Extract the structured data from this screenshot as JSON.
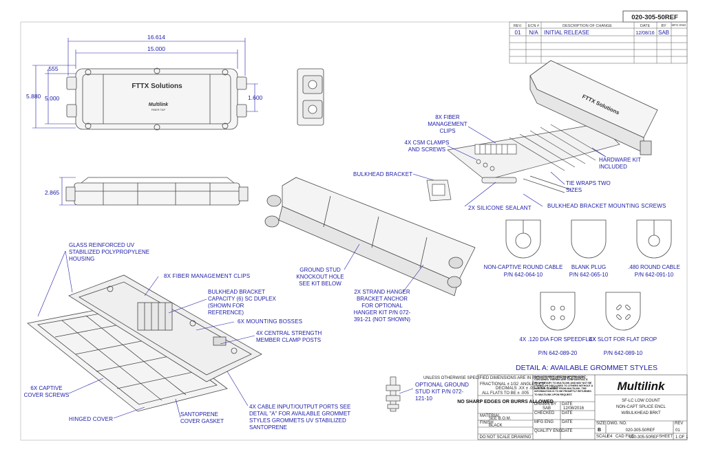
{
  "drawing_number": "020-305-50REF",
  "revision_table": {
    "headers": [
      "REV.",
      "ECN #",
      "DESCRIPTION OF CHANGE",
      "DATE",
      "BY",
      "MFG ENG"
    ],
    "rows": [
      {
        "rev": "01",
        "ecn": "N/A",
        "description": "INITIAL RELEASE",
        "date": "12/08/16",
        "by": "SAB",
        "mfg": ""
      }
    ]
  },
  "dimensions": {
    "overall_length": "16.614",
    "body_length": "15.000",
    "overall_width": "5.880",
    "body_width": "5.000",
    "flange": ".555",
    "port_spacing": "1.600",
    "height": "2.865"
  },
  "product_labels": {
    "brand_text": "FTTX Solutions",
    "logo_text": "Multilink",
    "logo_sub": "FIBER TAP"
  },
  "callouts": {
    "fiber_clips_kit": "8X FIBER MANAGEMENT CLIPS",
    "csm_clamps": "4X CSM CLAMPS AND SCREWS",
    "bulkhead_bracket": "BULKHEAD BRACKET",
    "hardware_kit": "HARDWARE KIT INCLUDED",
    "tie_wraps": "TIE WRAPS TWO SIZES",
    "silicone": "2X SILICONE SEALANT",
    "bracket_screws": "BULKHEAD BRACKET MOUNTING SCREWS",
    "housing": "GLASS REINFORCED UV STABILIZED POLYPROPYLENE HOUSING",
    "fiber_clips": "8X FIBER MANAGEMENT CLIPS",
    "bulkhead_capacity": "BULKHEAD BRACKET CAPACITY (6) SC DUPLEX (SHOWN FOR REFERENCE)",
    "mounting_bosses": "6X MOUNTING BOSSES",
    "csm_posts": "4X CENTRAL STRENGTH MEMBER CLAMP POSTS",
    "ground_stud_hole": "GROUND STUD KNOCKOUT HOLE SEE KIT BELOW",
    "strand_hanger": "2X STRAND HANGER BRACKET ANCHOR FOR OPTIONAL HANGER KIT P/N 072-391-21 (NOT SHOWN)",
    "captive_screws": "6X CAPTIVE COVER SCREWS",
    "hinged_cover": "HINGED COVER",
    "gasket": "SANTOPRENE COVER GASKET",
    "ports": "4X CABLE INPUT/OUTPUT PORTS SEE DETAIL \"A\" FOR AVAILABLE GROMMET STYLES GROMMETS UV STABILIZED SANTOPRENE",
    "ground_kit": "OPTIONAL GROUND STUD KIT P/N 072-121-10"
  },
  "detail_a": {
    "title": "DETAIL A: AVAILABLE GROMMET STYLES",
    "grommets": [
      {
        "name": "NON-CAPTIVE ROUND CABLE",
        "pn": "P/N 642-064-10"
      },
      {
        "name": "BLANK PLUG",
        "pn": "P/N 642-065-10"
      },
      {
        "name": ".480 ROUND CABLE",
        "pn": "P/N 642-091-10"
      },
      {
        "name": "4X .120 DIA FOR SPEEDFLEX",
        "pn": "P/N 642-089-20"
      },
      {
        "name": "4X SLOT FOR FLAT DROP",
        "pn": "P/N 642-089-10"
      }
    ]
  },
  "title_block": {
    "tolerances": "UNLESS OTHERWISE SPECIFIED DIMENSIONS ARE IN INCHES TOLERANCES ARE:",
    "tol_fraction": "FRACTIONAL ± 1/32",
    "tol_decimal": "DECIMALS .XX ± .03 .XXX ± .010",
    "tol_angle": "ANGLES ± 1°",
    "flats": "ALL FLATS TO BE ± .005",
    "edges": "NO SHARP EDGES OR BURRS ALLOWED",
    "material_label": "MATERIAL",
    "material": "SEE B.O.M.",
    "finish_label": "FINISH",
    "finish": "BLACK",
    "do_not_scale": "DO NOT SCALE DRAWING",
    "confidential": "THIS DOCUMENT AND THE INFORMATION CONTAINED THEREIN ARE CONFIDENTIAL & PROPRIETARY TO MULTILINK AND MAY NOT BE COPIED OR DISCLOSED TO OTHERS WITHOUT A WRITTEN CONSENT FROM MULTILINK. THE INFORMATION IS TO BE PROMPTLY RETURNED TO MULTILINK UPON REQUEST.",
    "drawn_label": "DRAWN BY",
    "drawn_by": "SAB",
    "date_label": "DATE",
    "drawn_date": "12/08/2016",
    "checked_label": "CHECKED",
    "mfg_label": "MFG ENG",
    "quality_label": "QUALITY ENG",
    "company": "Multilink",
    "title_line1": "SF-LC LOW COUNT",
    "title_line2": "NON-CAPT SPLICE ENCL",
    "title_line3": "W/BULKHEAD BRKT",
    "size_label": "SIZE",
    "size": "B",
    "dwg_label": "DWG. NO.",
    "rev_label": "REV",
    "rev": "01",
    "scale_label": "SCALE",
    "scale": "1:4",
    "cad_label": "CAD FILE",
    "cad_file": "020-305-50REF",
    "sheet_label": "SHEET",
    "sheet": "1 OF 1"
  }
}
